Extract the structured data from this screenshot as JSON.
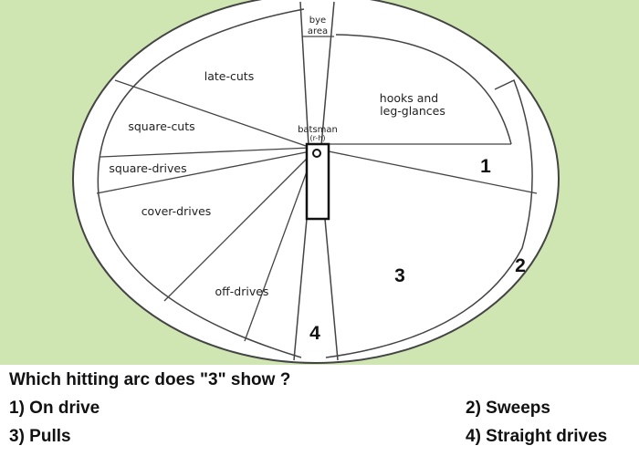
{
  "colors": {
    "panel_background": "#cfe6b3",
    "field_fill": "#ffffff",
    "line": "#444444"
  },
  "diagram": {
    "bye_area": [
      "bye",
      "area"
    ],
    "batsman": "batsman",
    "batsman_hand": "(r-h)",
    "zones": {
      "late_cuts": "late-cuts",
      "hooks": [
        "hooks and",
        "leg-glances"
      ],
      "square_cuts": "square-cuts",
      "square_drives": "square-drives",
      "cover_drives": "cover-drives",
      "off_drives": "off-drives"
    },
    "markers": [
      "1",
      "2",
      "3",
      "4"
    ]
  },
  "question": {
    "text": "Which hitting arc does \"3\" show ?",
    "options": [
      "1) On drive",
      "2) Sweeps",
      "3) Pulls",
      "4) Straight drives"
    ]
  }
}
